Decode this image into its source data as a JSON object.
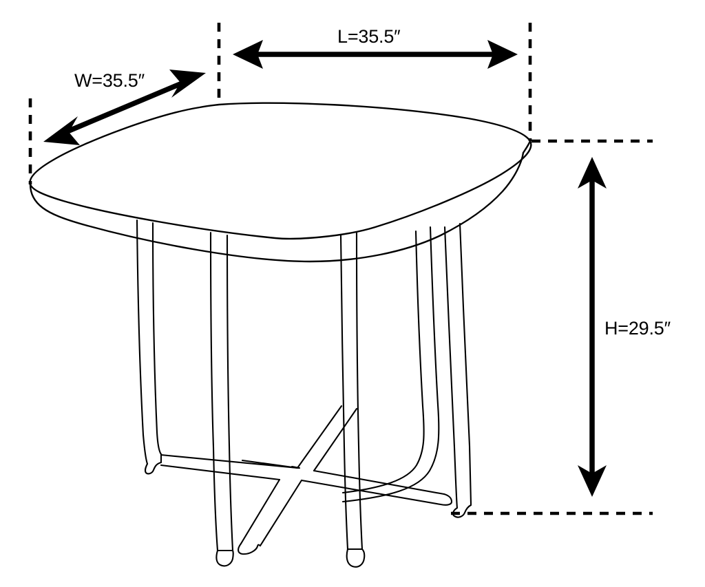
{
  "diagram": {
    "subject": "square dining table with rounded corners and X-shaped cross base",
    "background_color": "#FFFFFF",
    "line_color": "#000000",
    "dimensions": {
      "length": {
        "key": "L",
        "value": "35.5",
        "unit": "″",
        "label": "L=35.5″",
        "orientation": "horizontal",
        "arrow_style": "double-headed"
      },
      "width": {
        "key": "W",
        "value": "35.5",
        "unit": "″",
        "label": "W=35.5″",
        "orientation": "diagonal",
        "arrow_style": "double-headed"
      },
      "height": {
        "key": "H",
        "value": "29.5",
        "unit": "″",
        "label": "H=29.5″",
        "orientation": "vertical",
        "arrow_style": "double-headed"
      }
    },
    "extension_lines": {
      "style": "dashed",
      "count": 5
    }
  }
}
